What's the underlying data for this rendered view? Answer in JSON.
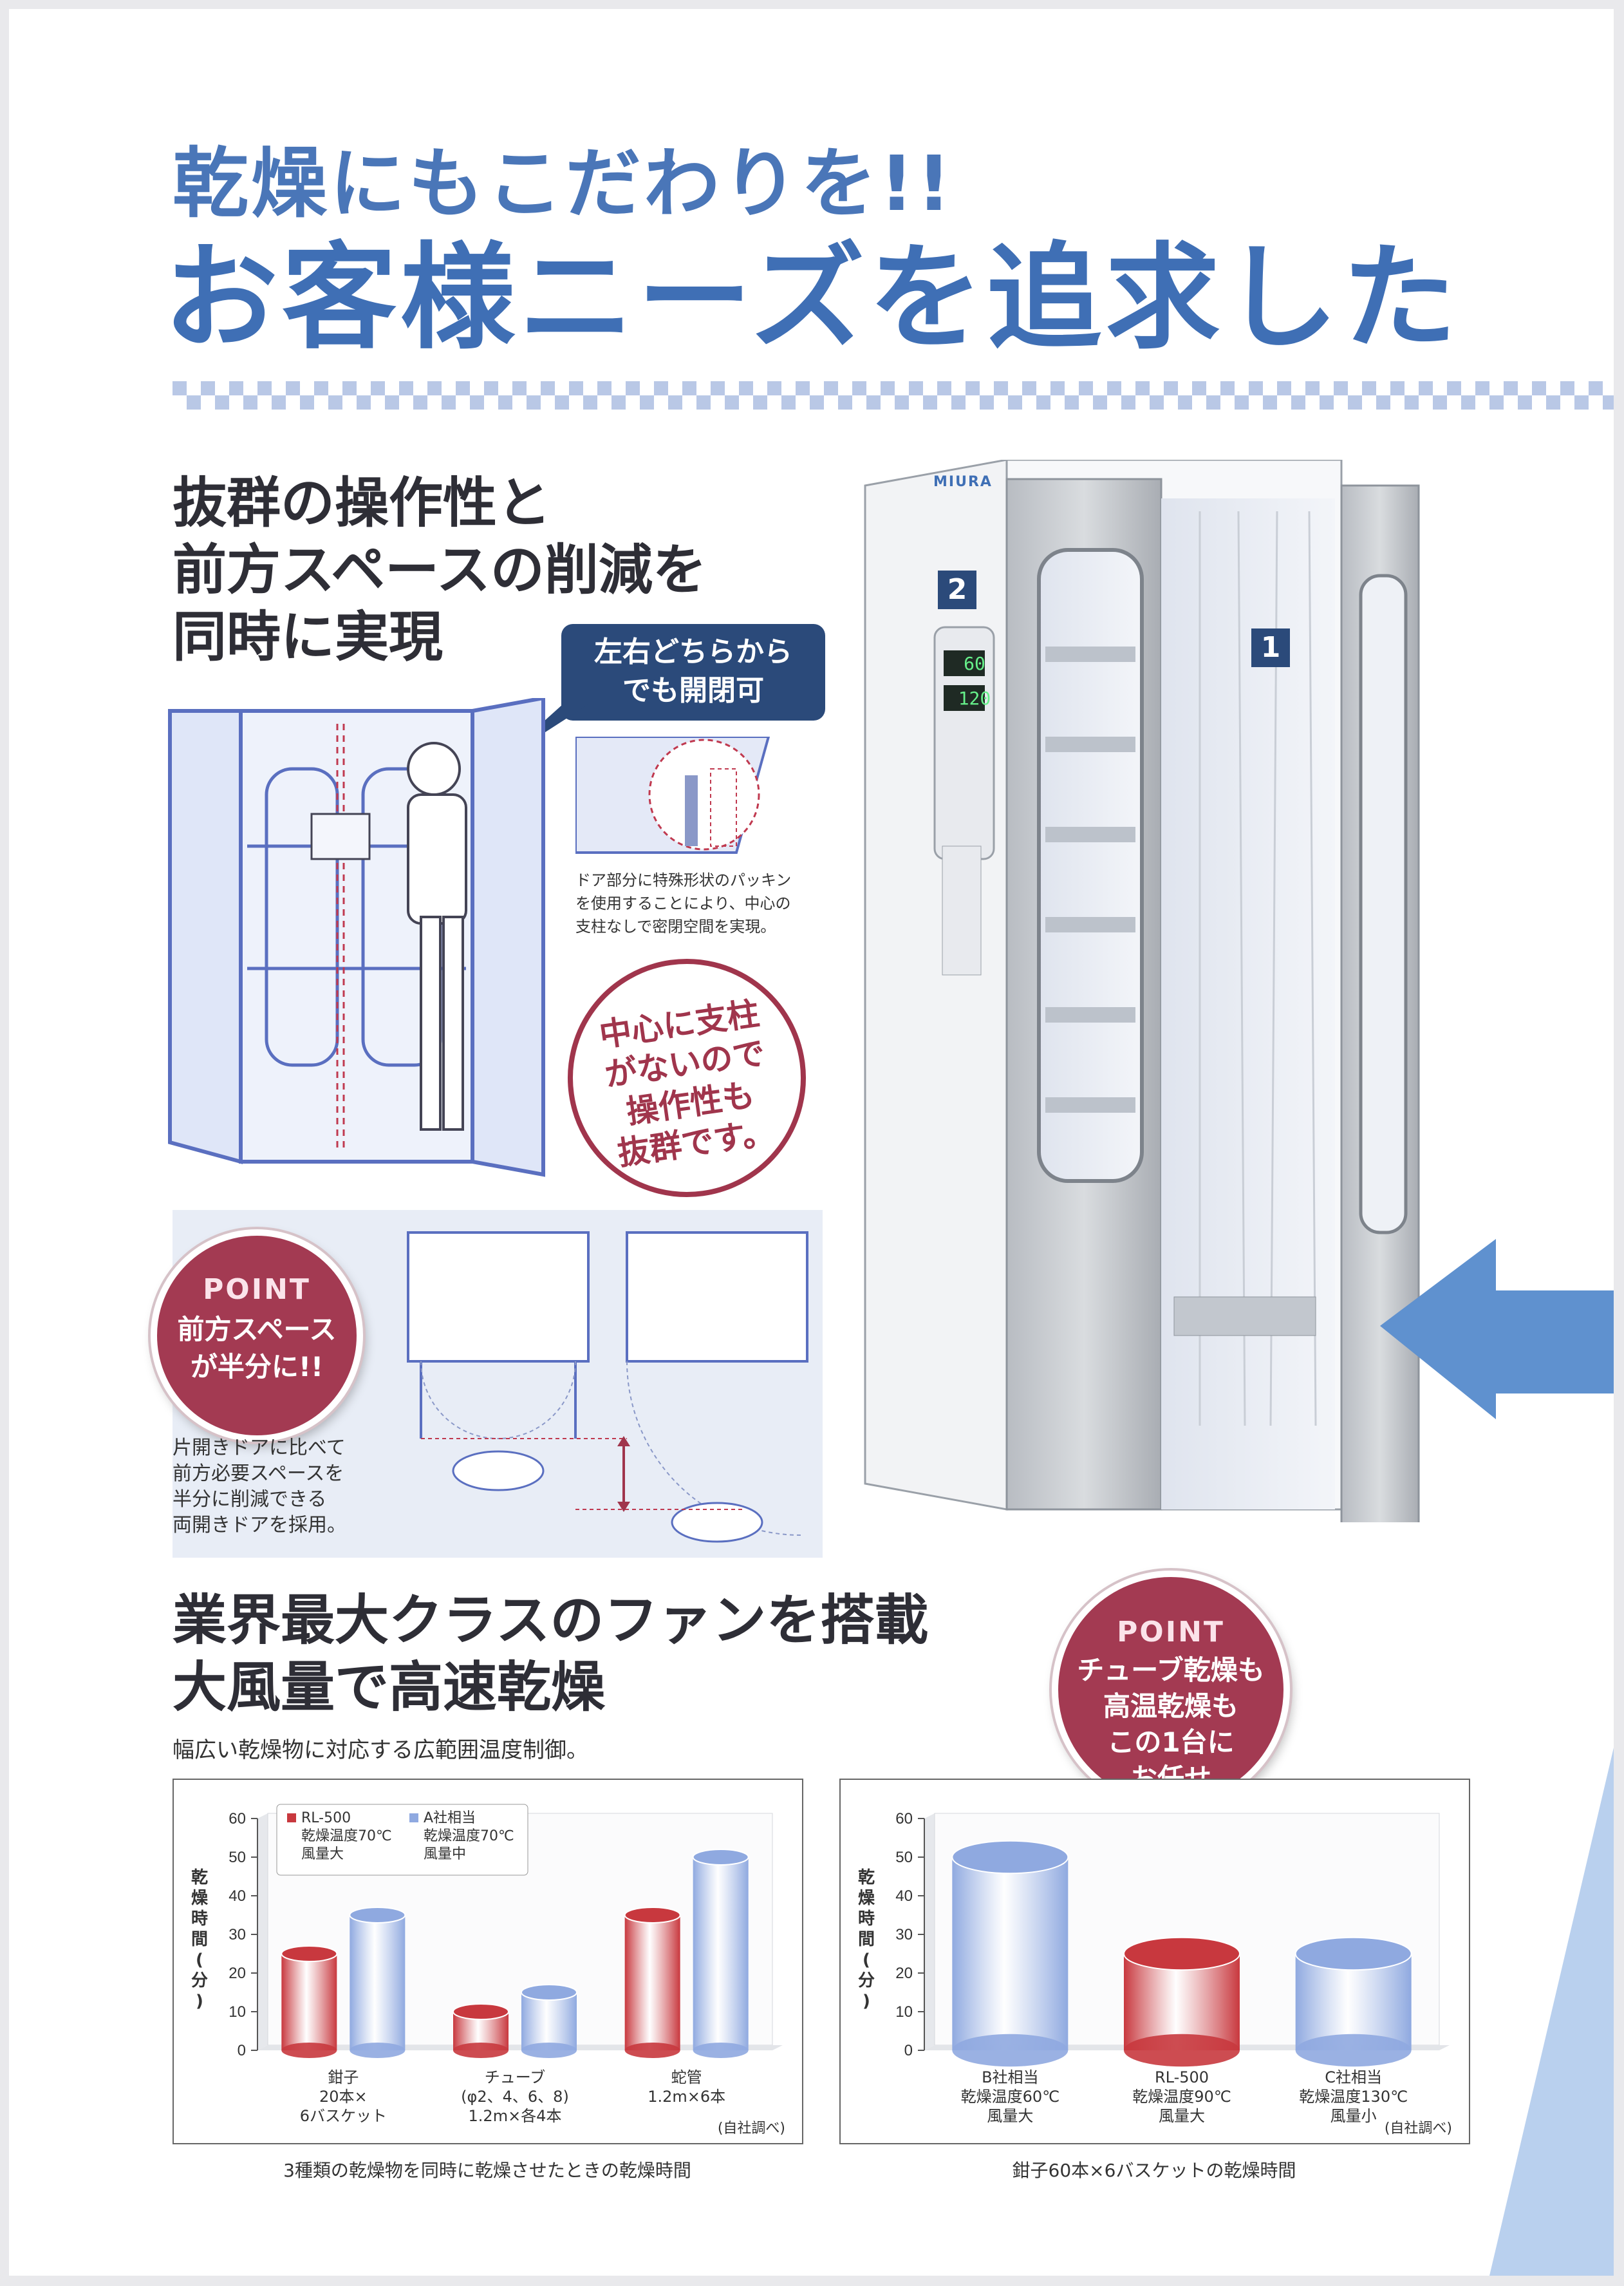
{
  "header": {
    "kicker": "乾燥にもこだわりを!!",
    "headline": "お客様ニーズを追求した"
  },
  "section1": {
    "title_lines": [
      "抜群の操作性と",
      "前方スペースの削減を",
      "同時に実現"
    ],
    "door_bubble_lines": [
      "左右どちらから",
      "でも開閉可"
    ],
    "gasket_note_lines": [
      "ドア部分に特殊形状のパッキン",
      "を使用することにより、中心の",
      "支柱なしで密閉空間を実現。"
    ],
    "center_bubble_lines": [
      "中心に支柱",
      "がないので",
      "操作性も",
      "抜群です。"
    ]
  },
  "point1": {
    "label": "POINT",
    "lines": [
      "前方スペース",
      "が半分に!!"
    ]
  },
  "space_note_lines": [
    "片開きドアに比べて",
    "前方必要スペースを",
    "半分に削減できる",
    "両開きドアを採用。"
  ],
  "product": {
    "brand": "MIURA",
    "display_top": "60",
    "display_bottom": "120",
    "tag1": "1",
    "tag2": "2"
  },
  "section2": {
    "title_lines": [
      "業界最大クラスのファンを搭載",
      "大風量で高速乾燥"
    ],
    "subtitle": "幅広い乾燥物に対応する広範囲温度制御。"
  },
  "point2": {
    "label": "POINT",
    "lines": [
      "チューブ乾燥も",
      "高温乾燥も",
      "この1台に",
      "お任せ"
    ]
  },
  "colors": {
    "red": "#c8383e",
    "blue": "#8fa9e0",
    "accent": "#3f6fb5",
    "point": "#a33a52"
  },
  "chart_data": [
    {
      "type": "bar",
      "ylabel": "乾燥時間(分)",
      "ylim": [
        0,
        60
      ],
      "yticks": [
        0,
        10,
        20,
        30,
        40,
        50,
        60
      ],
      "categories": [
        {
          "lines": [
            "鉗子",
            "20本×",
            "6バスケット"
          ]
        },
        {
          "lines": [
            "チューブ",
            "(φ2、4、6、8)",
            "1.2m×各4本"
          ]
        },
        {
          "lines": [
            "蛇管",
            "1.2m×6本"
          ]
        }
      ],
      "series": [
        {
          "legend_lines": [
            "RL-500",
            "乾燥温度70℃",
            "風量大"
          ],
          "color": "#c8383e",
          "values": [
            25,
            10,
            35
          ]
        },
        {
          "legend_lines": [
            "A社相当",
            "乾燥温度70℃",
            "風量中"
          ],
          "color": "#8fa9e0",
          "values": [
            35,
            15,
            50
          ]
        }
      ],
      "note": "(自社調べ)",
      "caption": "3種類の乾燥物を同時に乾燥させたときの乾燥時間"
    },
    {
      "type": "bar",
      "ylabel": "乾燥時間(分)",
      "ylim": [
        0,
        60
      ],
      "yticks": [
        0,
        10,
        20,
        30,
        40,
        50,
        60
      ],
      "categories": [
        {
          "lines": [
            "B社相当",
            "乾燥温度60℃",
            "風量大"
          ]
        },
        {
          "lines": [
            "RL-500",
            "乾燥温度90℃",
            "風量大"
          ]
        },
        {
          "lines": [
            "C社相当",
            "乾燥温度130℃",
            "風量小"
          ]
        }
      ],
      "series": [
        {
          "values": [
            50,
            25,
            25
          ],
          "colors": [
            "#8fa9e0",
            "#c8383e",
            "#8fa9e0"
          ]
        }
      ],
      "note": "(自社調べ)",
      "caption": "鉗子60本×6バスケットの乾燥時間"
    }
  ]
}
